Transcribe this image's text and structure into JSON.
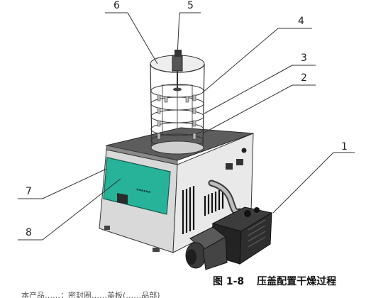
{
  "labels": {
    "l1": "1",
    "l2": "2",
    "l3": "3",
    "l4": "4",
    "l5": "5",
    "l6": "6",
    "l7": "7",
    "l8": "8"
  },
  "caption": {
    "number": "图 1-8",
    "title": "压盖配置干燥过程"
  },
  "bottom_partial_text": "本产品……；密封圈……盖板(……品部)"
}
